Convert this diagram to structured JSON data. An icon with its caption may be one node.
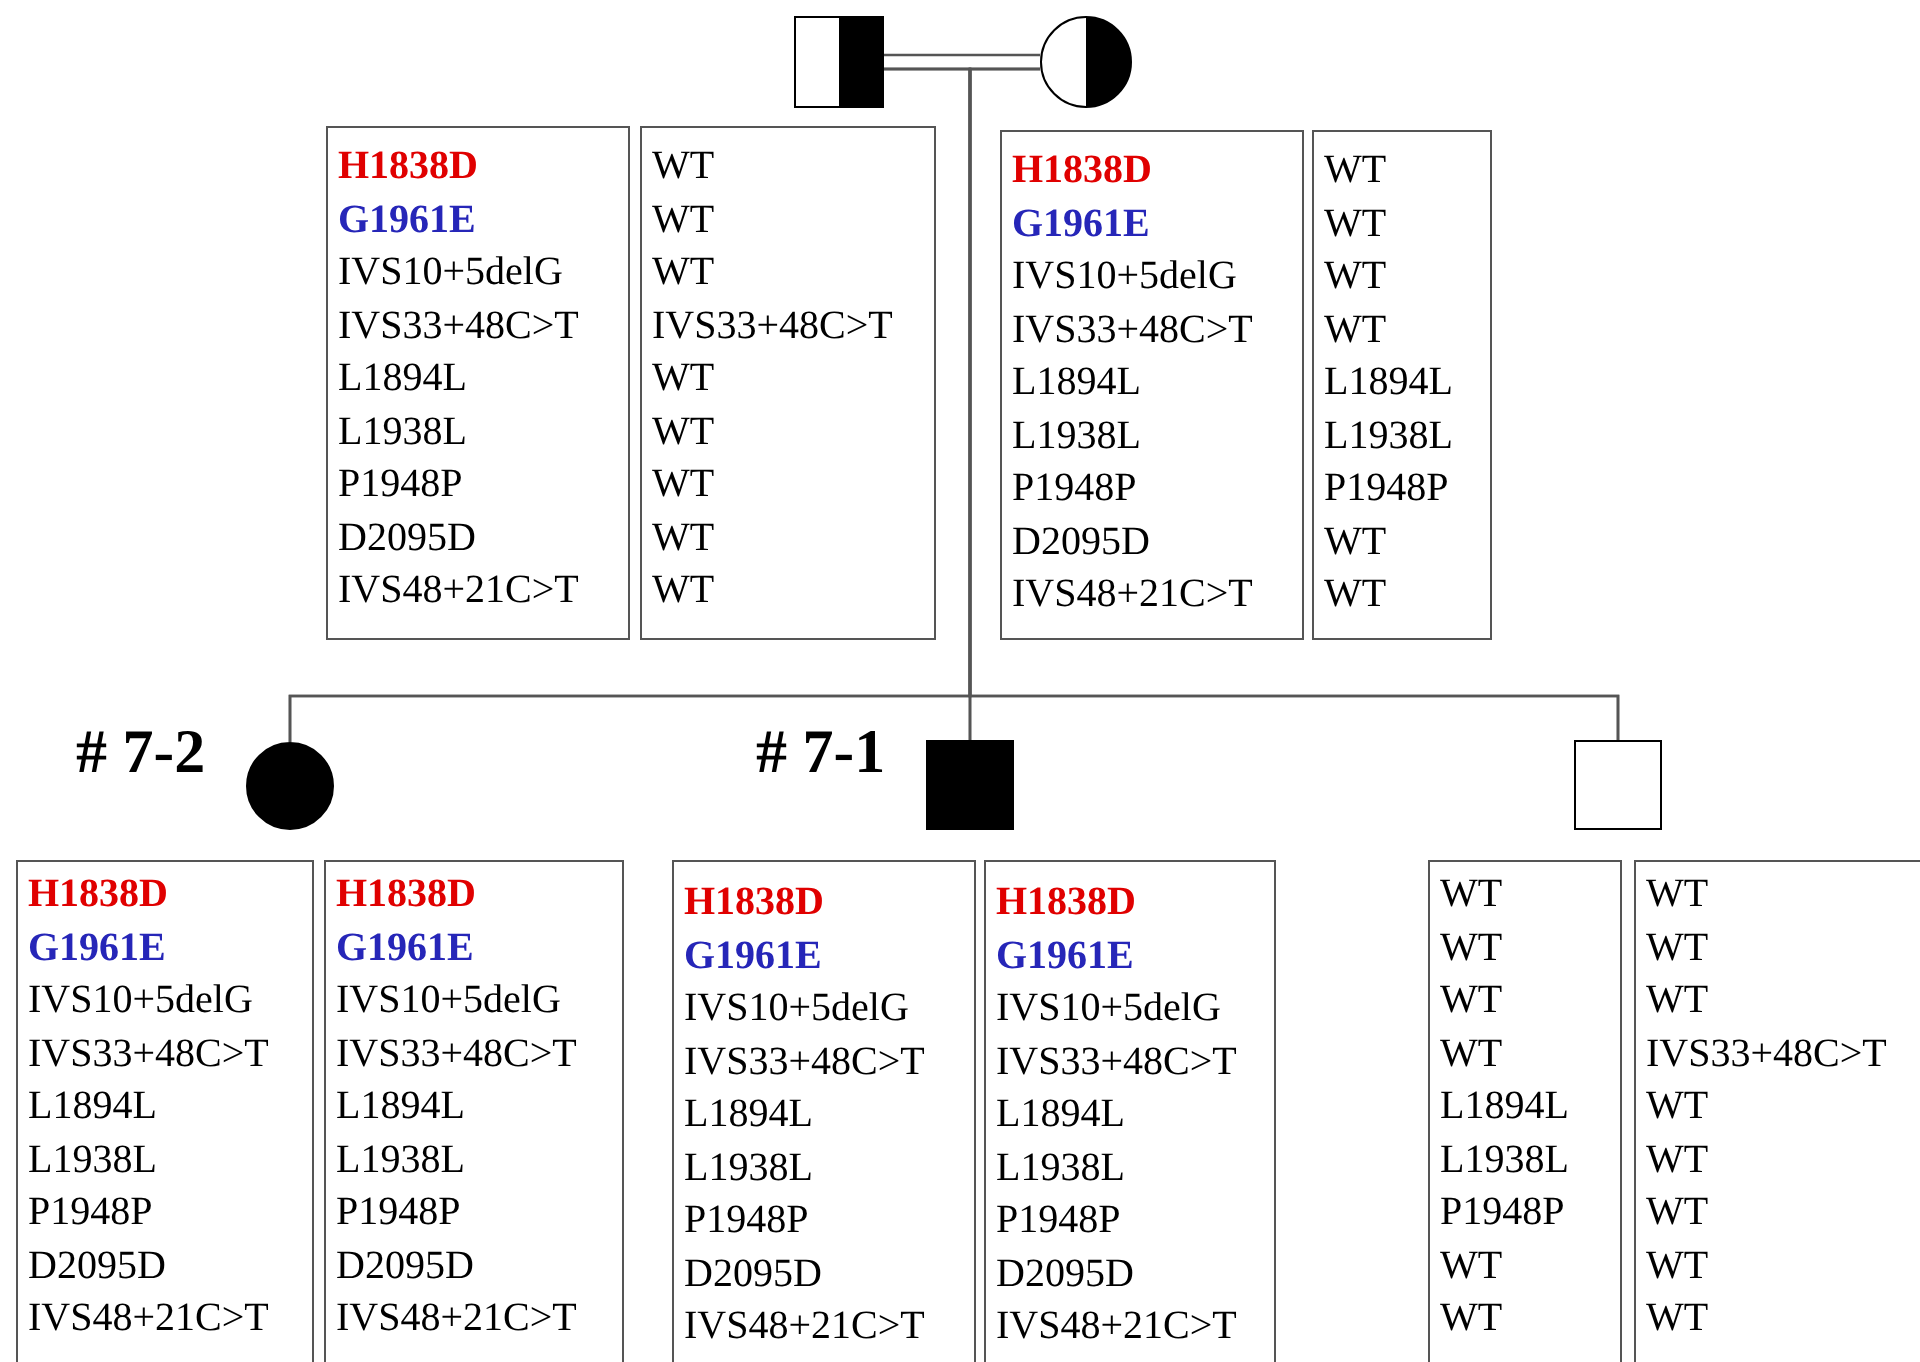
{
  "diagram": {
    "nodes": [
      {
        "text": [],
        "shape": "square"
      },
      {
        "text": [],
        "shape": "circle"
      },
      {
        "text": [
          "H1838D",
          "G1961E",
          "IVS10+5delG",
          "IVS33+48C>T",
          "L1894L",
          "L1938L",
          "P1948P",
          "D2095D",
          "IVS48+21C>T"
        ]
      },
      {
        "text": [
          "WT",
          "WT",
          "WT",
          "IVS33+48C>T",
          "WT",
          "WT",
          "WT",
          "WT",
          "WT"
        ]
      },
      {
        "text": [
          "H1838D",
          "G1961E",
          "IVS10+5delG",
          "IVS33+48C>T",
          "L1894L",
          "L1938L",
          "P1948P",
          "D2095D",
          "IVS48+21C>T"
        ]
      },
      {
        "text": [
          "WT",
          "WT",
          "WT",
          "WT",
          "L1894L",
          "L1938L",
          "P1948P",
          "WT",
          "WT"
        ]
      },
      {
        "text": [],
        "shape": "circle",
        "beside": [
          "# 7-2"
        ]
      },
      {
        "text": [],
        "shape": "square",
        "beside": [
          "# 7-1"
        ]
      },
      {
        "text": [],
        "shape": "square"
      },
      {
        "text": [
          "H1838D",
          "G1961E",
          "IVS10+5delG",
          "IVS33+48C>T",
          "L1894L",
          "L1938L",
          "P1948P",
          "D2095D",
          "IVS48+21C>T"
        ]
      },
      {
        "text": [
          "H1838D",
          "G1961E",
          "IVS10+5delG",
          "IVS33+48C>T",
          "L1894L",
          "L1938L",
          "P1948P",
          "D2095D",
          "IVS48+21C>T"
        ]
      },
      {
        "text": [
          "H1838D",
          "G1961E",
          "IVS10+5delG",
          "IVS33+48C>T",
          "L1894L",
          "L1938L",
          "P1948P",
          "D2095D",
          "IVS48+21C>T"
        ]
      },
      {
        "text": [
          "H1838D",
          "G1961E",
          "IVS10+5delG",
          "IVS33+48C>T",
          "L1894L",
          "L1938L",
          "P1948P",
          "D2095D",
          "IVS48+21C>T"
        ]
      },
      {
        "text": [
          "WT",
          "WT",
          "WT",
          "WT",
          "L1894L",
          "L1938L",
          "P1948P",
          "WT",
          "WT"
        ]
      },
      {
        "text": [
          "WT",
          "WT",
          "WT",
          "IVS33+48C>T",
          "WT",
          "WT",
          "WT",
          "WT",
          "WT"
        ]
      }
    ],
    "edges": [
      {
        "from": 0,
        "to": 1,
        "arrow": "none"
      },
      {
        "from": 0,
        "to": 6,
        "arrow": "none"
      },
      {
        "from": 0,
        "to": 7,
        "arrow": "none"
      },
      {
        "from": 0,
        "to": 8,
        "arrow": "none"
      },
      {
        "from": 1,
        "to": 6,
        "arrow": "none"
      },
      {
        "from": 1,
        "to": 7,
        "arrow": "none"
      },
      {
        "from": 1,
        "to": 8,
        "arrow": "none"
      }
    ]
  }
}
